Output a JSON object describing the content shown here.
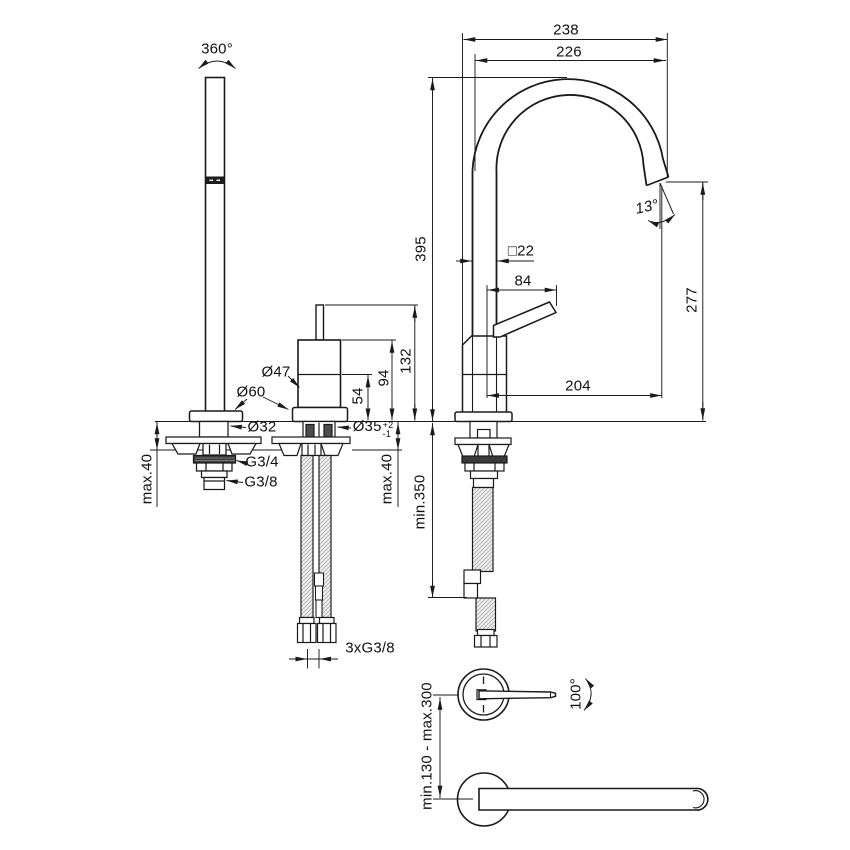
{
  "document": {
    "type": "technical-drawing",
    "subject": "single-lever kitchen mixer tap with high swivel spout, dimensional drawing",
    "background_color": "#ffffff",
    "line_color": "#1a1a1a"
  },
  "labels": {
    "swivel_angle": "360°",
    "overall_reach": "238",
    "spout_reach": "226",
    "spout_height": "395",
    "spout_tip_angle": "13°",
    "body_square": "□22",
    "handle_length": "84",
    "outlet_height": "277",
    "tip_offset": "204",
    "body_dia": "Ø47",
    "base_dia": "Ø60",
    "shank_dia": "Ø32",
    "hole_dia": "Ø35",
    "hole_tol_plus": "+2",
    "hole_tol_minus": "-1",
    "lower_body_height": "54",
    "upper_body_height": "94",
    "cartridge_height": "132",
    "deck_max_left": "max.40",
    "deck_max_right": "max.40",
    "thread_big": "G3/4",
    "thread_small": "G3/8",
    "hose_min_length": "min.350",
    "hose_connections": "3xG3/8",
    "handle_swing": "100°",
    "lever_range": "min.130 - max.300"
  }
}
